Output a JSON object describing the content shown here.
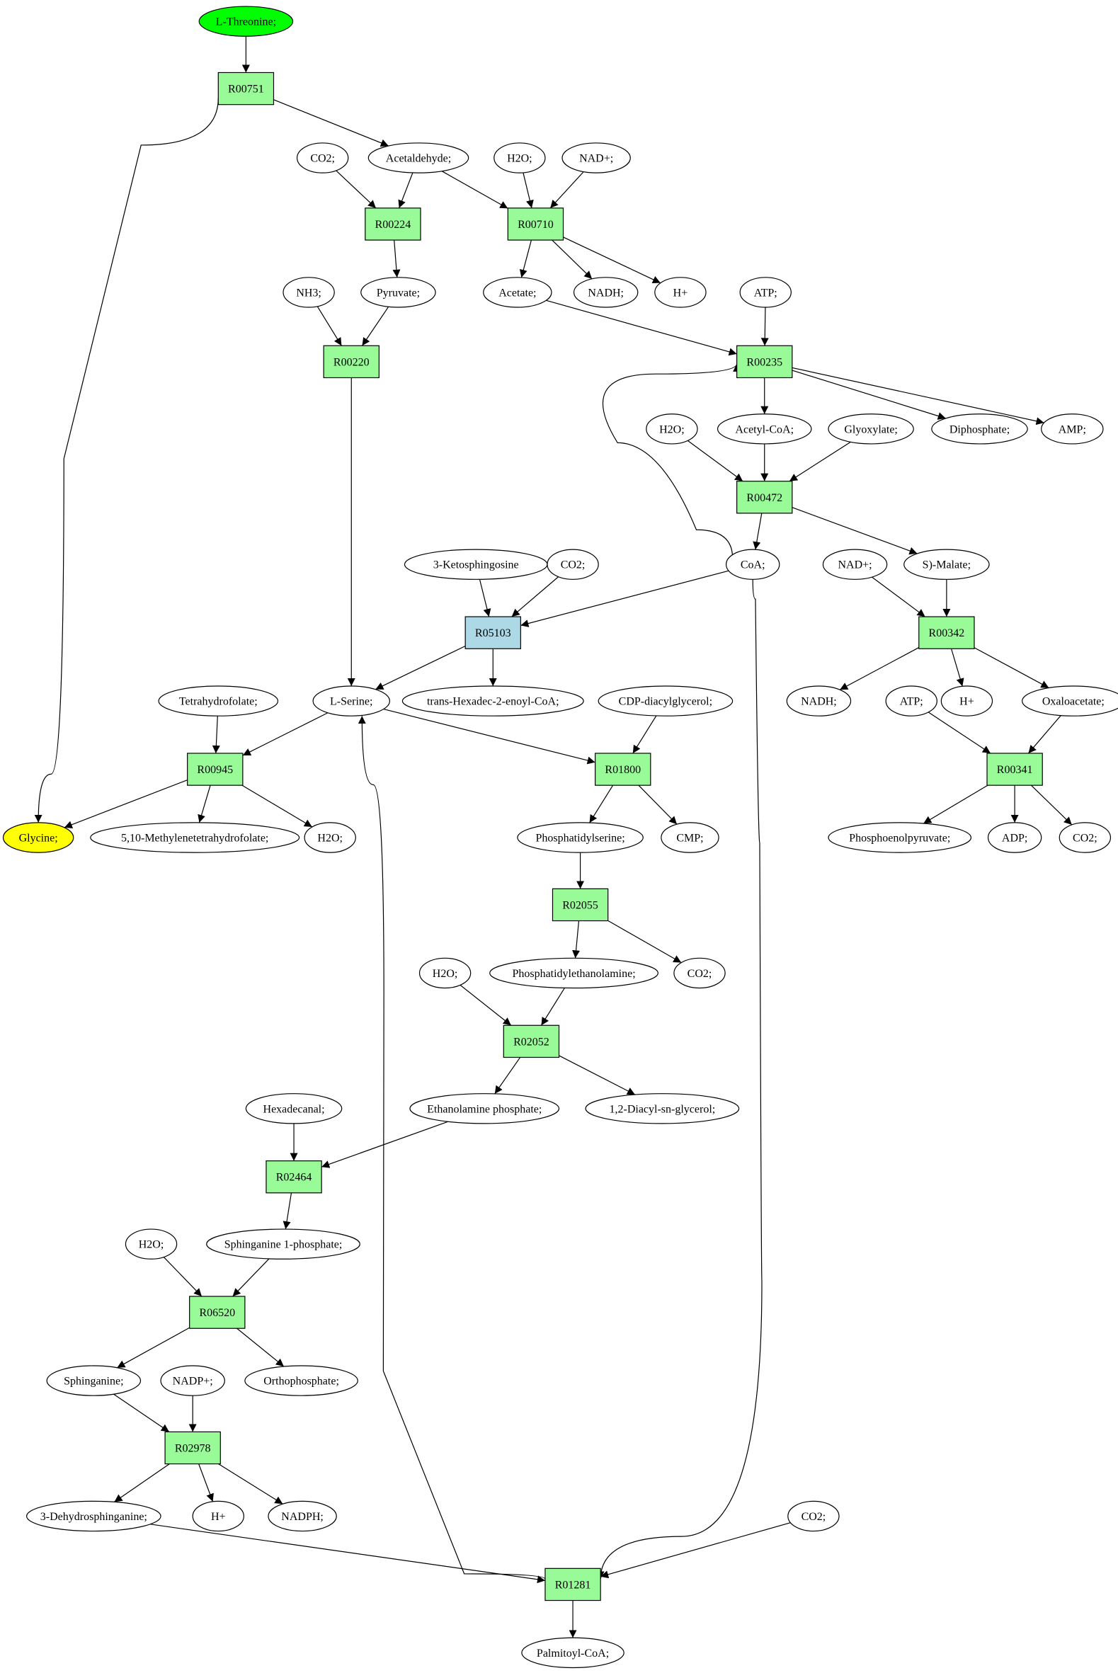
{
  "colors": {
    "reaction": "#98fb98",
    "reaction_highlight": "#add8e6",
    "start_compound": "#00ff00",
    "target_compound": "#ffff00",
    "compound": "#ffffff"
  },
  "nodes": {
    "n_thr": {
      "label": "L-Threonine;",
      "type": "start"
    },
    "n_R00751": {
      "label": "R00751",
      "type": "reaction"
    },
    "n_co2_a": {
      "label": "CO2;",
      "type": "compound"
    },
    "n_acetald": {
      "label": "Acetaldehyde;",
      "type": "compound"
    },
    "n_h2o_a": {
      "label": "H2O;",
      "type": "compound"
    },
    "n_nad_a": {
      "label": "NAD+;",
      "type": "compound"
    },
    "n_R00224": {
      "label": "R00224",
      "type": "reaction"
    },
    "n_R00710": {
      "label": "R00710",
      "type": "reaction"
    },
    "n_nh3": {
      "label": "NH3;",
      "type": "compound"
    },
    "n_pyr": {
      "label": "Pyruvate;",
      "type": "compound"
    },
    "n_acetate": {
      "label": "Acetate;",
      "type": "compound"
    },
    "n_nadh_a": {
      "label": "NADH;",
      "type": "compound"
    },
    "n_hplus_a": {
      "label": "H+",
      "type": "compound"
    },
    "n_atp_a": {
      "label": "ATP;",
      "type": "compound"
    },
    "n_R00220": {
      "label": "R00220",
      "type": "reaction"
    },
    "n_R00235": {
      "label": "R00235",
      "type": "reaction"
    },
    "n_h2o_b": {
      "label": "H2O;",
      "type": "compound"
    },
    "n_acoa": {
      "label": "Acetyl-CoA;",
      "type": "compound"
    },
    "n_glyox": {
      "label": "Glyoxylate;",
      "type": "compound"
    },
    "n_diphos": {
      "label": "Diphosphate;",
      "type": "compound"
    },
    "n_amp": {
      "label": "AMP;",
      "type": "compound"
    },
    "n_R00472": {
      "label": "R00472",
      "type": "reaction"
    },
    "n_keto": {
      "label": "3-Ketosphingosine",
      "type": "compound"
    },
    "n_co2_b": {
      "label": "CO2;",
      "type": "compound"
    },
    "n_coa": {
      "label": "CoA;",
      "type": "compound"
    },
    "n_nad_b": {
      "label": "NAD+;",
      "type": "compound"
    },
    "n_smal": {
      "label": "S)-Malate;",
      "type": "compound"
    },
    "n_R05103": {
      "label": "R05103",
      "type": "reaction_highlight"
    },
    "n_R00342": {
      "label": "R00342",
      "type": "reaction"
    },
    "n_thf": {
      "label": "Tetrahydrofolate;",
      "type": "compound"
    },
    "n_ser": {
      "label": "L-Serine;",
      "type": "compound"
    },
    "n_thd": {
      "label": "trans-Hexadec-2-enoyl-CoA;",
      "type": "compound"
    },
    "n_cdp": {
      "label": "CDP-diacylglycerol;",
      "type": "compound"
    },
    "n_nadh_b": {
      "label": "NADH;",
      "type": "compound"
    },
    "n_atp_b": {
      "label": "ATP;",
      "type": "compound"
    },
    "n_hplus_b": {
      "label": "H+",
      "type": "compound"
    },
    "n_oxa": {
      "label": "Oxaloacetate;",
      "type": "compound"
    },
    "n_R00945": {
      "label": "R00945",
      "type": "reaction"
    },
    "n_R01800": {
      "label": "R01800",
      "type": "reaction"
    },
    "n_R00341": {
      "label": "R00341",
      "type": "reaction"
    },
    "n_gly": {
      "label": "Glycine;",
      "type": "target"
    },
    "n_mthf": {
      "label": "5,10-Methylenetetrahydrofolate;",
      "type": "compound"
    },
    "n_h2o_c": {
      "label": "H2O;",
      "type": "compound"
    },
    "n_ps": {
      "label": "Phosphatidylserine;",
      "type": "compound"
    },
    "n_cmp": {
      "label": "CMP;",
      "type": "compound"
    },
    "n_pep": {
      "label": "Phosphoenolpyruvate;",
      "type": "compound"
    },
    "n_adp": {
      "label": "ADP;",
      "type": "compound"
    },
    "n_co2_c": {
      "label": "CO2;",
      "type": "compound"
    },
    "n_R02055": {
      "label": "R02055",
      "type": "reaction"
    },
    "n_h2o_d": {
      "label": "H2O;",
      "type": "compound"
    },
    "n_pe": {
      "label": "Phosphatidylethanolamine;",
      "type": "compound"
    },
    "n_co2_d": {
      "label": "CO2;",
      "type": "compound"
    },
    "n_R02052": {
      "label": "R02052",
      "type": "reaction"
    },
    "n_hexal": {
      "label": "Hexadecanal;",
      "type": "compound"
    },
    "n_etp": {
      "label": "Ethanolamine phosphate;",
      "type": "compound"
    },
    "n_dag": {
      "label": "1,2-Diacyl-sn-glycerol;",
      "type": "compound"
    },
    "n_R02464": {
      "label": "R02464",
      "type": "reaction"
    },
    "n_h2o_e": {
      "label": "H2O;",
      "type": "compound"
    },
    "n_s1p": {
      "label": "Sphinganine 1-phosphate;",
      "type": "compound"
    },
    "n_R06520": {
      "label": "R06520",
      "type": "reaction"
    },
    "n_sph": {
      "label": "Sphinganine;",
      "type": "compound"
    },
    "n_nadp": {
      "label": "NADP+;",
      "type": "compound"
    },
    "n_ortho": {
      "label": "Orthophosphate;",
      "type": "compound"
    },
    "n_R02978": {
      "label": "R02978",
      "type": "reaction"
    },
    "n_dhs": {
      "label": "3-Dehydrosphinganine;",
      "type": "compound"
    },
    "n_hplus_c": {
      "label": "H+",
      "type": "compound"
    },
    "n_nadph": {
      "label": "NADPH;",
      "type": "compound"
    },
    "n_co2_e": {
      "label": "CO2;",
      "type": "compound"
    },
    "n_R01281": {
      "label": "R01281",
      "type": "reaction"
    },
    "n_palm": {
      "label": "Palmitoyl-CoA;",
      "type": "compound"
    }
  },
  "edges": [
    [
      "n_thr",
      "n_R00751"
    ],
    [
      "n_R00751",
      "n_acetald"
    ],
    [
      "n_R00751",
      "n_gly"
    ],
    [
      "n_co2_a",
      "n_R00224"
    ],
    [
      "n_acetald",
      "n_R00224"
    ],
    [
      "n_acetald",
      "n_R00710"
    ],
    [
      "n_h2o_a",
      "n_R00710"
    ],
    [
      "n_nad_a",
      "n_R00710"
    ],
    [
      "n_R00224",
      "n_pyr"
    ],
    [
      "n_R00710",
      "n_acetate"
    ],
    [
      "n_R00710",
      "n_nadh_a"
    ],
    [
      "n_R00710",
      "n_hplus_a"
    ],
    [
      "n_nh3",
      "n_R00220"
    ],
    [
      "n_pyr",
      "n_R00220"
    ],
    [
      "n_acetate",
      "n_R00235"
    ],
    [
      "n_atp_a",
      "n_R00235"
    ],
    [
      "n_coa",
      "n_R00235"
    ],
    [
      "n_R00235",
      "n_acoa"
    ],
    [
      "n_R00235",
      "n_diphos"
    ],
    [
      "n_R00235",
      "n_amp"
    ],
    [
      "n_h2o_b",
      "n_R00472"
    ],
    [
      "n_acoa",
      "n_R00472"
    ],
    [
      "n_glyox",
      "n_R00472"
    ],
    [
      "n_R00472",
      "n_coa"
    ],
    [
      "n_R00472",
      "n_smal"
    ],
    [
      "n_R00220",
      "n_ser"
    ],
    [
      "n_keto",
      "n_R05103"
    ],
    [
      "n_co2_b",
      "n_R05103"
    ],
    [
      "n_coa",
      "n_R05103"
    ],
    [
      "n_R05103",
      "n_ser"
    ],
    [
      "n_R05103",
      "n_thd"
    ],
    [
      "n_nad_b",
      "n_R00342"
    ],
    [
      "n_smal",
      "n_R00342"
    ],
    [
      "n_R00342",
      "n_nadh_b"
    ],
    [
      "n_R00342",
      "n_hplus_b"
    ],
    [
      "n_R00342",
      "n_oxa"
    ],
    [
      "n_thf",
      "n_R00945"
    ],
    [
      "n_ser",
      "n_R00945"
    ],
    [
      "n_ser",
      "n_R01800"
    ],
    [
      "n_cdp",
      "n_R01800"
    ],
    [
      "n_atp_b",
      "n_R00341"
    ],
    [
      "n_oxa",
      "n_R00341"
    ],
    [
      "n_R00945",
      "n_gly"
    ],
    [
      "n_R00945",
      "n_mthf"
    ],
    [
      "n_R00945",
      "n_h2o_c"
    ],
    [
      "n_R01800",
      "n_ps"
    ],
    [
      "n_R01800",
      "n_cmp"
    ],
    [
      "n_R00341",
      "n_pep"
    ],
    [
      "n_R00341",
      "n_adp"
    ],
    [
      "n_R00341",
      "n_co2_c"
    ],
    [
      "n_ps",
      "n_R02055"
    ],
    [
      "n_R02055",
      "n_pe"
    ],
    [
      "n_R02055",
      "n_co2_d"
    ],
    [
      "n_h2o_d",
      "n_R02052"
    ],
    [
      "n_pe",
      "n_R02052"
    ],
    [
      "n_R02052",
      "n_etp"
    ],
    [
      "n_R02052",
      "n_dag"
    ],
    [
      "n_hexal",
      "n_R02464"
    ],
    [
      "n_etp",
      "n_R02464"
    ],
    [
      "n_R02464",
      "n_s1p"
    ],
    [
      "n_h2o_e",
      "n_R06520"
    ],
    [
      "n_s1p",
      "n_R06520"
    ],
    [
      "n_R06520",
      "n_sph"
    ],
    [
      "n_R06520",
      "n_ortho"
    ],
    [
      "n_sph",
      "n_R02978"
    ],
    [
      "n_nadp",
      "n_R02978"
    ],
    [
      "n_R02978",
      "n_dhs"
    ],
    [
      "n_R02978",
      "n_hplus_c"
    ],
    [
      "n_R02978",
      "n_nadph"
    ],
    [
      "n_dhs",
      "n_R01281"
    ],
    [
      "n_co2_e",
      "n_R01281"
    ],
    [
      "n_coa",
      "n_R01281"
    ],
    [
      "n_R01281",
      "n_ser"
    ],
    [
      "n_R01281",
      "n_palm"
    ]
  ]
}
